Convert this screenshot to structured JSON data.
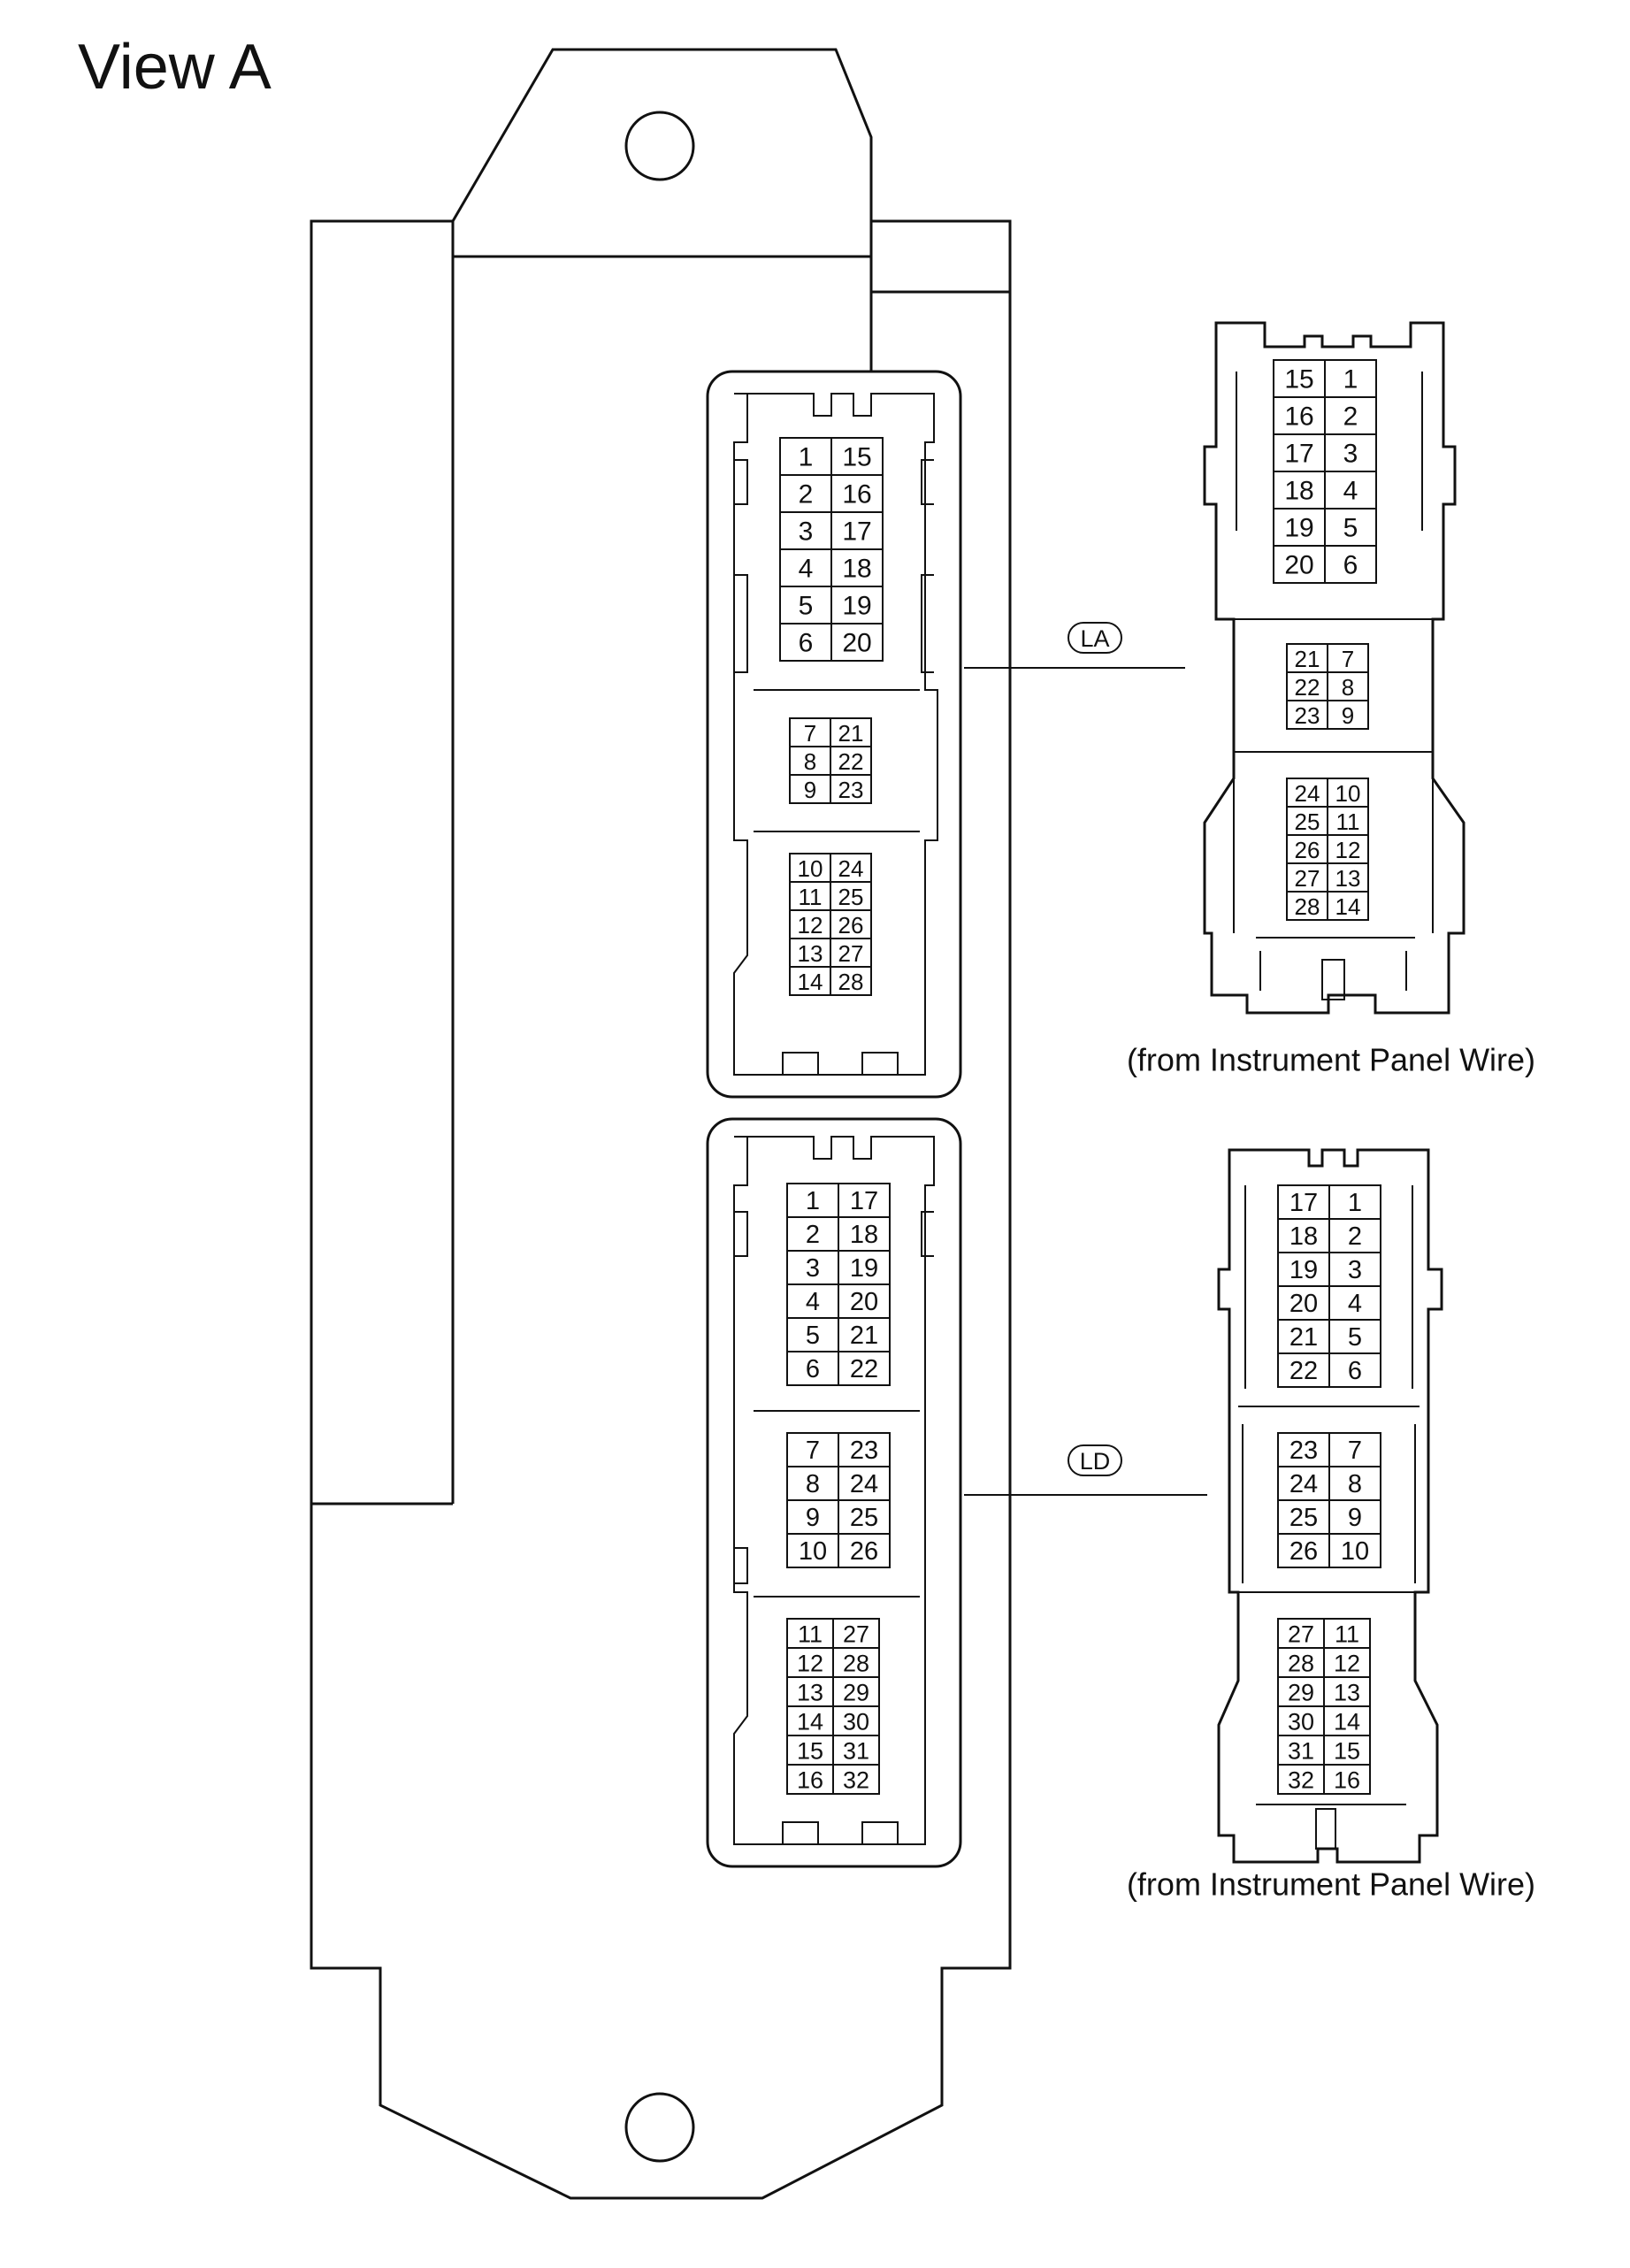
{
  "title": "View A",
  "connectors": [
    {
      "id": "LA",
      "tag": "LA",
      "caption": "(from Instrument Panel Wire)",
      "ecu_side": [
        [
          [
            "1",
            "15"
          ],
          [
            "2",
            "16"
          ],
          [
            "3",
            "17"
          ],
          [
            "4",
            "18"
          ],
          [
            "5",
            "19"
          ],
          [
            "6",
            "20"
          ]
        ],
        [
          [
            "7",
            "21"
          ],
          [
            "8",
            "22"
          ],
          [
            "9",
            "23"
          ]
        ],
        [
          [
            "10",
            "24"
          ],
          [
            "11",
            "25"
          ],
          [
            "12",
            "26"
          ],
          [
            "13",
            "27"
          ],
          [
            "14",
            "28"
          ]
        ]
      ],
      "harness_side": [
        [
          [
            "15",
            "1"
          ],
          [
            "16",
            "2"
          ],
          [
            "17",
            "3"
          ],
          [
            "18",
            "4"
          ],
          [
            "19",
            "5"
          ],
          [
            "20",
            "6"
          ]
        ],
        [
          [
            "21",
            "7"
          ],
          [
            "22",
            "8"
          ],
          [
            "23",
            "9"
          ]
        ],
        [
          [
            "24",
            "10"
          ],
          [
            "25",
            "11"
          ],
          [
            "26",
            "12"
          ],
          [
            "27",
            "13"
          ],
          [
            "28",
            "14"
          ]
        ]
      ]
    },
    {
      "id": "LD",
      "tag": "LD",
      "caption": "(from Instrument Panel Wire)",
      "ecu_side": [
        [
          [
            "1",
            "17"
          ],
          [
            "2",
            "18"
          ],
          [
            "3",
            "19"
          ],
          [
            "4",
            "20"
          ],
          [
            "5",
            "21"
          ],
          [
            "6",
            "22"
          ]
        ],
        [
          [
            "7",
            "23"
          ],
          [
            "8",
            "24"
          ],
          [
            "9",
            "25"
          ],
          [
            "10",
            "26"
          ]
        ],
        [
          [
            "11",
            "27"
          ],
          [
            "12",
            "28"
          ],
          [
            "13",
            "29"
          ],
          [
            "14",
            "30"
          ],
          [
            "15",
            "31"
          ],
          [
            "16",
            "32"
          ]
        ]
      ],
      "harness_side": [
        [
          [
            "17",
            "1"
          ],
          [
            "18",
            "2"
          ],
          [
            "19",
            "3"
          ],
          [
            "20",
            "4"
          ],
          [
            "21",
            "5"
          ],
          [
            "22",
            "6"
          ]
        ],
        [
          [
            "23",
            "7"
          ],
          [
            "24",
            "8"
          ],
          [
            "25",
            "9"
          ],
          [
            "26",
            "10"
          ]
        ],
        [
          [
            "27",
            "11"
          ],
          [
            "28",
            "12"
          ],
          [
            "29",
            "13"
          ],
          [
            "30",
            "14"
          ],
          [
            "31",
            "15"
          ],
          [
            "32",
            "16"
          ]
        ]
      ]
    }
  ]
}
